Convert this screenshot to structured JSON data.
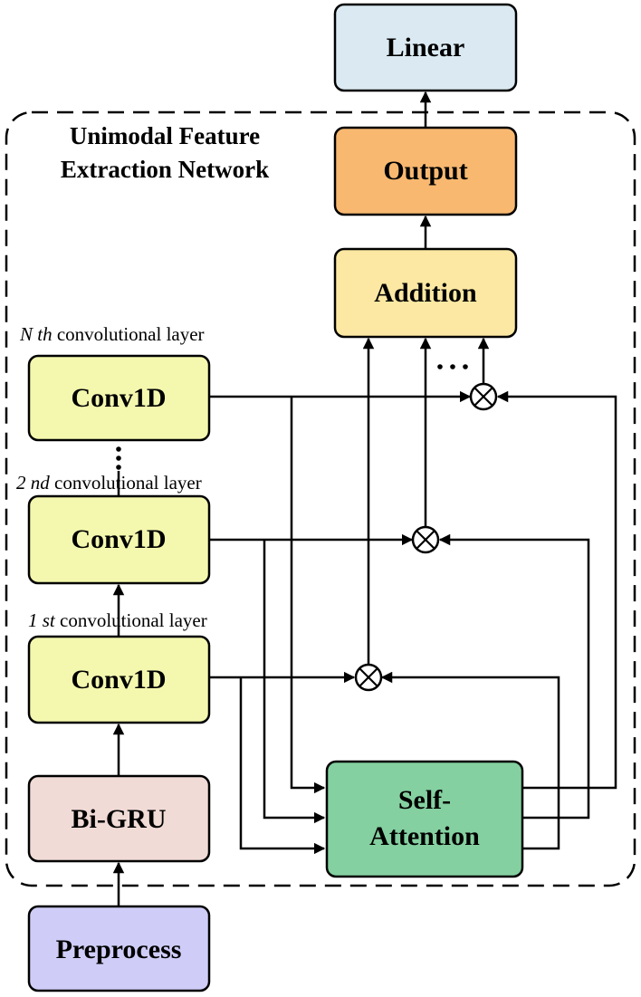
{
  "title": {
    "line1": "Unimodal Feature",
    "line2": "Extraction Network"
  },
  "boxes": {
    "linear": "Linear",
    "output": "Output",
    "addition": "Addition",
    "conv_n": "Conv1D",
    "conv_2": "Conv1D",
    "conv_1": "Conv1D",
    "bigru": "Bi-GRU",
    "self_attention_line1": "Self-",
    "self_attention_line2": "Attention",
    "preprocess": "Preprocess"
  },
  "layer_labels": {
    "n_italic": "N th",
    "n_rest": " convolutional layer",
    "second_italic": "2 nd",
    "second_rest": " convolutional layer",
    "first_italic": "1 st",
    "first_rest": " convolutional layer"
  },
  "colors": {
    "linear": "#dbeaf2",
    "output": "#f8b870",
    "addition": "#fce8a2",
    "conv": "#f4f8ae",
    "bigru": "#f1dbd6",
    "self_attention": "#84d0a0",
    "preprocess": "#cfcdf8"
  }
}
